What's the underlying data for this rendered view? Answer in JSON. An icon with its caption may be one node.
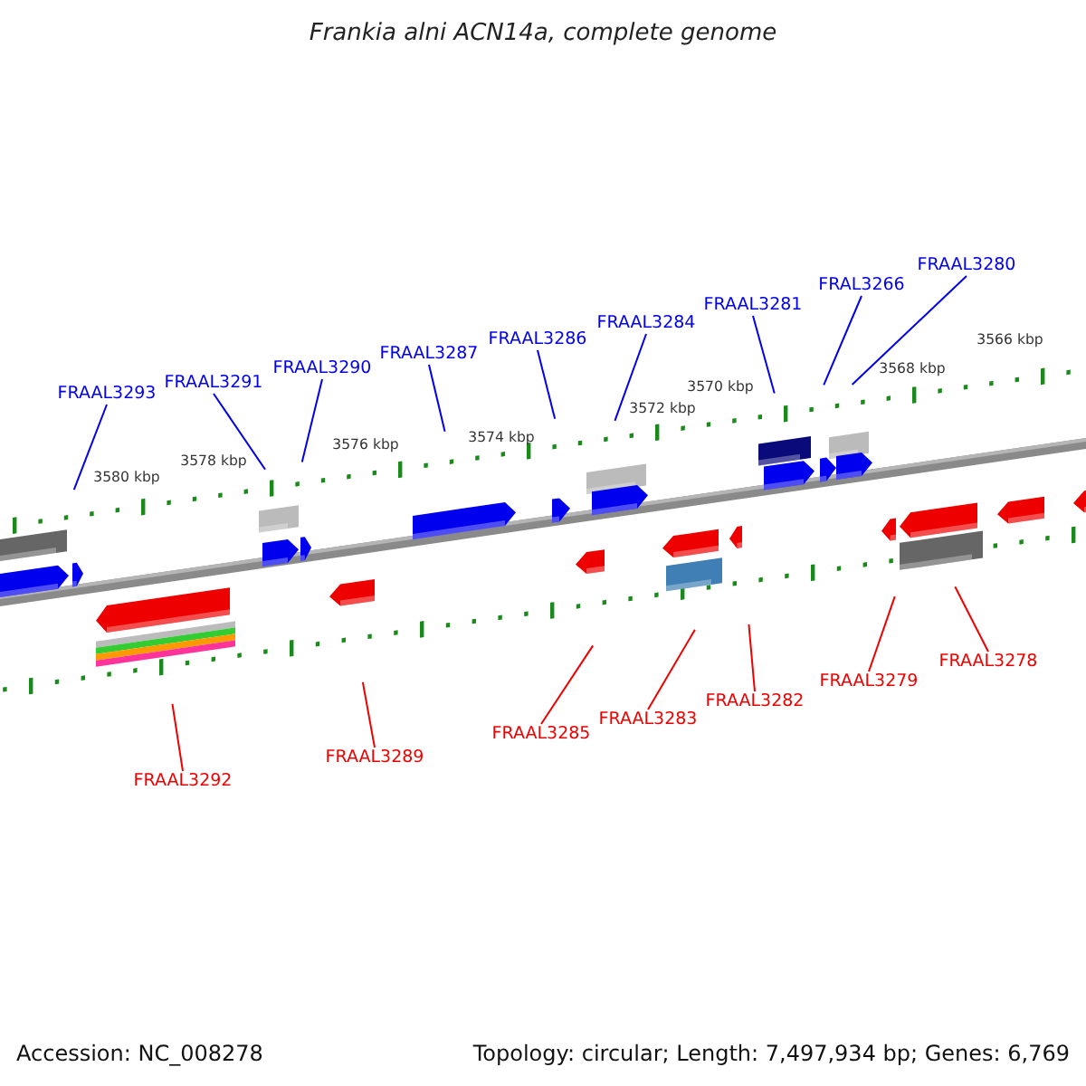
{
  "diagram": {
    "title": "Frankia alni ACN14a, complete genome",
    "nodes": [
      {
        "text": [
          "FRAAL3293"
        ]
      },
      {
        "text": [
          "FRAAL3291"
        ]
      },
      {
        "text": [
          "FRAAL3290"
        ]
      },
      {
        "text": [
          "FRAAL3287"
        ]
      },
      {
        "text": [
          "FRAAL3286"
        ]
      },
      {
        "text": [
          "FRAAL3284"
        ]
      },
      {
        "text": [
          "FRAAL3281"
        ]
      },
      {
        "text": [
          "FRAL3266"
        ]
      },
      {
        "text": [
          "FRAAL3280"
        ]
      },
      {
        "text": [
          "FRAAL3292"
        ]
      },
      {
        "text": [
          "FRAAL3289"
        ]
      },
      {
        "text": [
          "FRAAL3285"
        ]
      },
      {
        "text": [
          "FRAAL3283"
        ]
      },
      {
        "text": [
          "FRAAL3282"
        ]
      },
      {
        "text": [
          "FRAAL3279"
        ]
      },
      {
        "text": [
          "FRAAL3278"
        ]
      }
    ],
    "edges": [
      {
        "from": 0,
        "to": null,
        "arrow": "none"
      },
      {
        "from": 1,
        "to": null,
        "arrow": "none"
      },
      {
        "from": 2,
        "to": null,
        "arrow": "none"
      },
      {
        "from": 3,
        "to": null,
        "arrow": "none"
      },
      {
        "from": 4,
        "to": null,
        "arrow": "none"
      },
      {
        "from": 5,
        "to": null,
        "arrow": "none"
      },
      {
        "from": 6,
        "to": null,
        "arrow": "none"
      },
      {
        "from": 7,
        "to": null,
        "arrow": "none"
      },
      {
        "from": 8,
        "to": null,
        "arrow": "none"
      },
      {
        "from": 9,
        "to": null,
        "arrow": "none",
        "color": "#ee0000"
      },
      {
        "from": 10,
        "to": null,
        "arrow": "none",
        "color": "#ee0000"
      },
      {
        "from": 11,
        "to": null,
        "arrow": "none",
        "color": "#ee0000"
      },
      {
        "from": 12,
        "to": null,
        "arrow": "none",
        "color": "#ee0000"
      },
      {
        "from": 13,
        "to": null,
        "arrow": "none",
        "color": "#ee0000"
      },
      {
        "from": 14,
        "to": null,
        "arrow": "none",
        "color": "#ee0000"
      },
      {
        "from": 15,
        "to": null,
        "arrow": "none",
        "color": "#ee0000"
      }
    ],
    "labels": [
      "3566 kbp",
      "3568 kbp",
      "3570 kbp",
      "3572 kbp",
      "3574 kbp",
      "3576 kbp",
      "3578 kbp",
      "3580 kbp",
      "Accession: NC_008278",
      "Topology: circular; Length: 7,497,934 bp; Genes: 6,769"
    ]
  }
}
